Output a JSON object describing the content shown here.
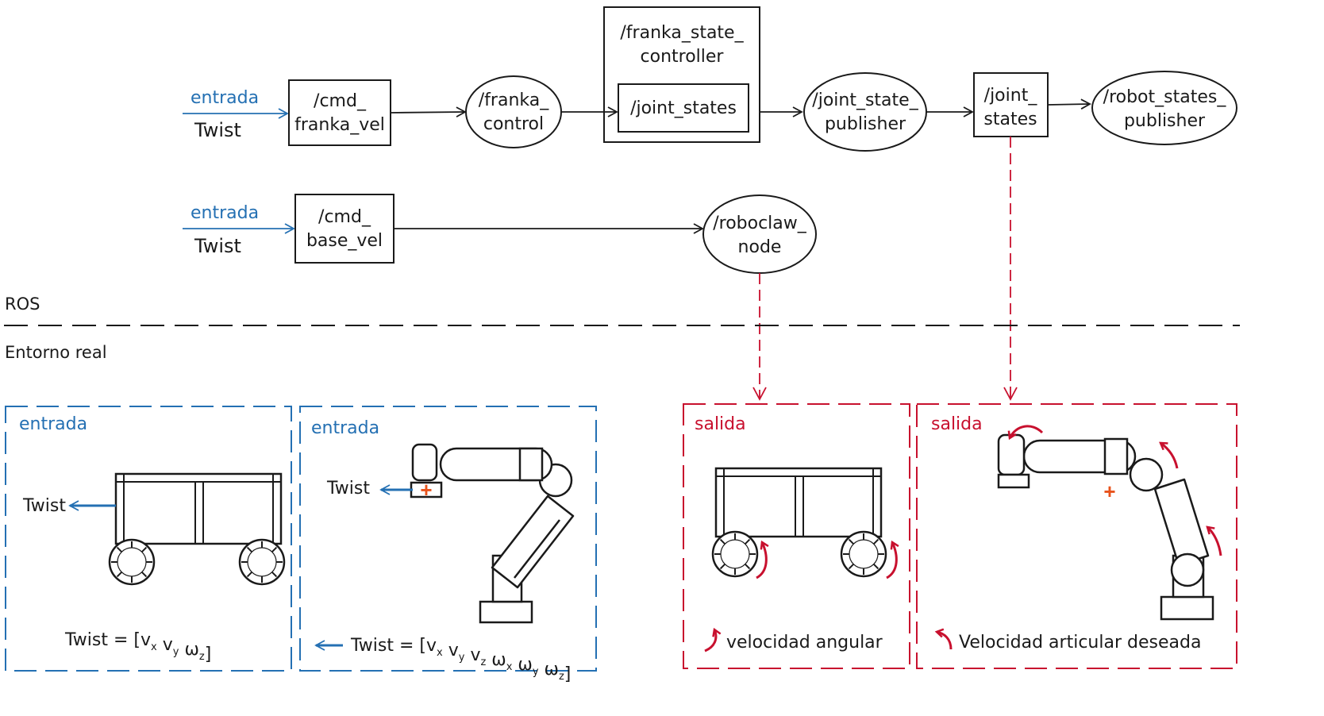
{
  "nodes": {
    "cmd_franka_vel": [
      "/cmd_",
      "franka_vel"
    ],
    "franka_control": [
      "/franka_",
      "control"
    ],
    "franka_state_controller": [
      "/franka_state_",
      "controller"
    ],
    "joint_states_inner": "/joint_states",
    "joint_state_publisher": [
      "/joint_state_",
      "publisher"
    ],
    "joint_states": [
      "/joint_",
      "states"
    ],
    "robot_states_publisher": [
      "/robot_states_",
      "publisher"
    ],
    "cmd_base_vel": [
      "/cmd_",
      "base_vel"
    ],
    "roboclaw_node": [
      "/roboclaw_",
      "node"
    ]
  },
  "inputs": {
    "top": {
      "label": "entrada",
      "type": "Twist"
    },
    "bottom": {
      "label": "entrada",
      "type": "Twist"
    }
  },
  "zones": {
    "ros": "ROS",
    "real": "Entorno real"
  },
  "panels": {
    "base_input": {
      "title": "entrada",
      "twist_label": "Twist",
      "formula": {
        "prefix": "Twist = [",
        "terms": [
          [
            "v",
            "x"
          ],
          [
            "v",
            "y"
          ],
          [
            "ω",
            "z"
          ]
        ],
        "suffix": "]"
      }
    },
    "arm_input": {
      "title": "entrada",
      "twist_label": "Twist",
      "formula": {
        "prefix": "Twist = [",
        "terms": [
          [
            "v",
            "x"
          ],
          [
            "v",
            "y"
          ],
          [
            "v",
            "z"
          ],
          [
            "ω",
            "x"
          ],
          [
            "ω",
            "y"
          ],
          [
            "ω",
            "z"
          ]
        ],
        "suffix": "]"
      }
    },
    "base_output": {
      "title": "salida",
      "caption": "velocidad angular"
    },
    "arm_output": {
      "title": "salida",
      "caption": "Velocidad articular deseada"
    }
  },
  "colors": {
    "input": "#2470b3",
    "output": "#c8102e",
    "target": "#e8531c",
    "line": "#1a1a1a"
  }
}
